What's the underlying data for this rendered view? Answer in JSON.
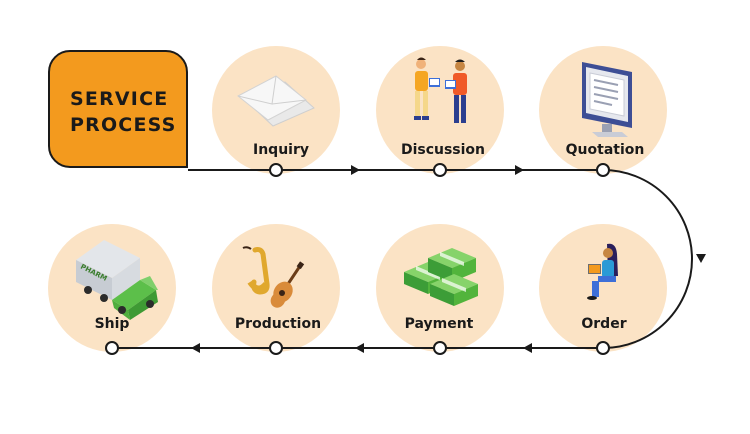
{
  "title": {
    "line1": "SERVICE",
    "line2": "PROCESS"
  },
  "steps": [
    {
      "label": "Inquiry",
      "icon": "envelope-icon"
    },
    {
      "label": "Discussion",
      "icon": "people-discussing-icon"
    },
    {
      "label": "Quotation",
      "icon": "monitor-document-icon"
    },
    {
      "label": "Order",
      "icon": "woman-laptop-icon"
    },
    {
      "label": "Payment",
      "icon": "money-stacks-icon"
    },
    {
      "label": "Production",
      "icon": "instruments-icon"
    },
    {
      "label": "Ship",
      "icon": "delivery-truck-icon"
    }
  ],
  "truck_text": "PHARM",
  "colors": {
    "accent": "#f39a1e",
    "circle": "#fbe3c5",
    "line": "#1a1a1a"
  }
}
